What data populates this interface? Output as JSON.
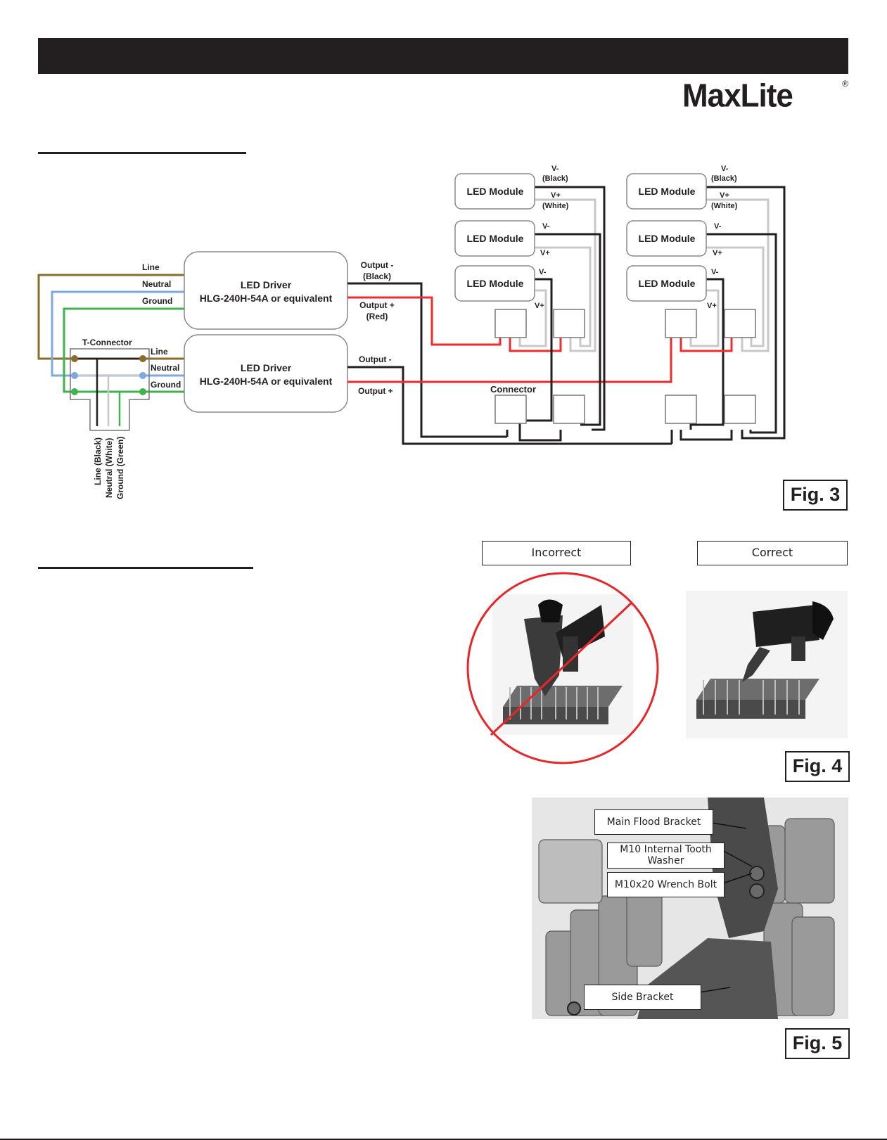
{
  "header": {
    "brand": "MaxLite",
    "registered_mark": "®"
  },
  "fig3": {
    "label": "Fig. 3",
    "colors": {
      "line": "#8a6d2b",
      "neutral": "#7fa9dc",
      "ground": "#3cb54a",
      "black": "#231f20",
      "red": "#ee2b2f",
      "white_wire": "#c8c8c8"
    },
    "drivers": [
      {
        "title": "LED Driver",
        "model": "HLG-240H-54A or equivalent",
        "output_minus": "Output -",
        "output_minus_color": "(Black)",
        "output_plus": "Output +",
        "output_plus_color": "(Red)"
      },
      {
        "title": "LED Driver",
        "model": "HLG-240H-54A or equivalent",
        "output_minus": "Output -",
        "output_plus": "Output +"
      }
    ],
    "input_labels": {
      "line": "Line",
      "neutral": "Neutral",
      "ground": "Ground"
    },
    "t_connector": {
      "title": "T-Connector",
      "outputs": [
        "Line",
        "Neutral",
        "Ground"
      ],
      "supply": [
        "Line (Black)",
        "Neutral (White)",
        "Ground (Green)"
      ]
    },
    "module_label": "LED Module",
    "module_wire_labels": {
      "v_minus": "V-",
      "v_minus_color": "(Black)",
      "v_plus": "V+",
      "v_plus_color": "(White)"
    },
    "connector_label": "Connector"
  },
  "fig4": {
    "label": "Fig. 4",
    "incorrect_label": "Incorrect",
    "correct_label": "Correct",
    "prohibited_color": "#e8262a"
  },
  "fig5": {
    "label": "Fig. 5",
    "callouts": {
      "main_bracket": "Main Flood Bracket",
      "washer": "M10 Internal Tooth Washer",
      "bolt": "M10x20 Wrench Bolt",
      "side_bracket": "Side Bracket"
    }
  }
}
